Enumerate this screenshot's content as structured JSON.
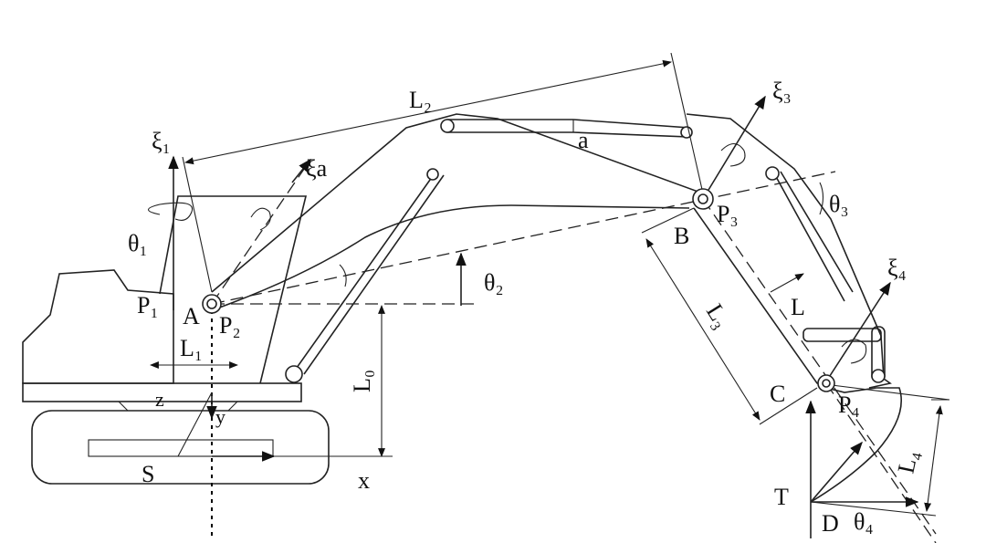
{
  "labels": {
    "xi1": "ξ₁",
    "xia": "ξa",
    "theta1": "θ₁",
    "L2": "L₂",
    "a_top": "a",
    "xi3": "ξ₃",
    "P3": "P₃",
    "B": "B",
    "theta3": "θ₃",
    "theta2": "θ₂",
    "P1": "P₁",
    "A": "A",
    "P2": "P₂",
    "L1": "L₁",
    "L0": "L₀",
    "z": "z",
    "y": "y",
    "S": "S",
    "x": "x",
    "L3": "L₃",
    "L": "L",
    "xi4": "ξ₄",
    "C": "C",
    "P4": "P₄",
    "L4": "L₄",
    "T": "T",
    "D": "D",
    "theta4": "θ₄"
  }
}
